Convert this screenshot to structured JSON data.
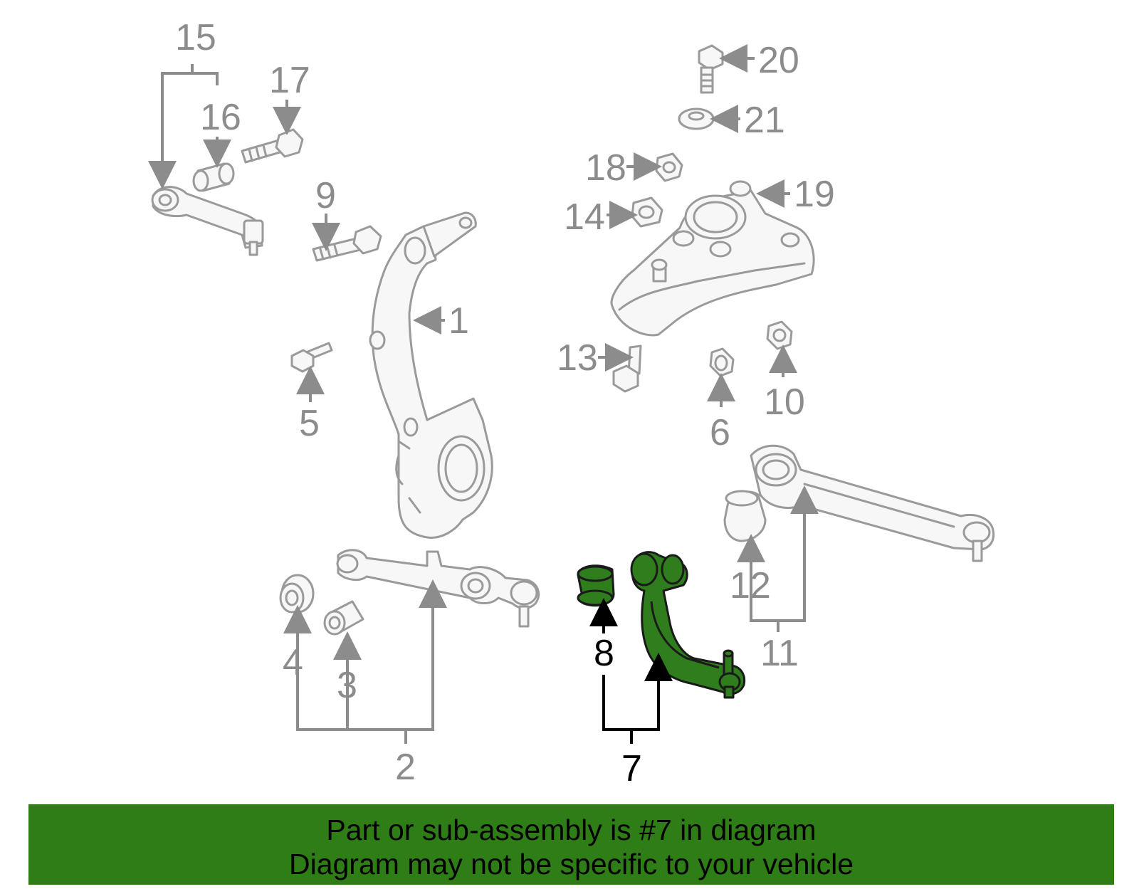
{
  "diagram": {
    "highlight_color": "#2e7d16",
    "callouts": {
      "c1": "1",
      "c2": "2",
      "c3": "3",
      "c4": "4",
      "c5": "5",
      "c6": "6",
      "c7": "7",
      "c8": "8",
      "c9": "9",
      "c10": "10",
      "c11": "11",
      "c12": "12",
      "c13": "13",
      "c14": "14",
      "c15": "15",
      "c16": "16",
      "c17": "17",
      "c18": "18",
      "c19": "19",
      "c20": "20",
      "c21": "21"
    },
    "highlighted_part": "7"
  },
  "banner": {
    "line1": "Part or sub-assembly is #7 in diagram",
    "line2": "Diagram may not be specific to your vehicle",
    "background": "#2e7d16"
  }
}
